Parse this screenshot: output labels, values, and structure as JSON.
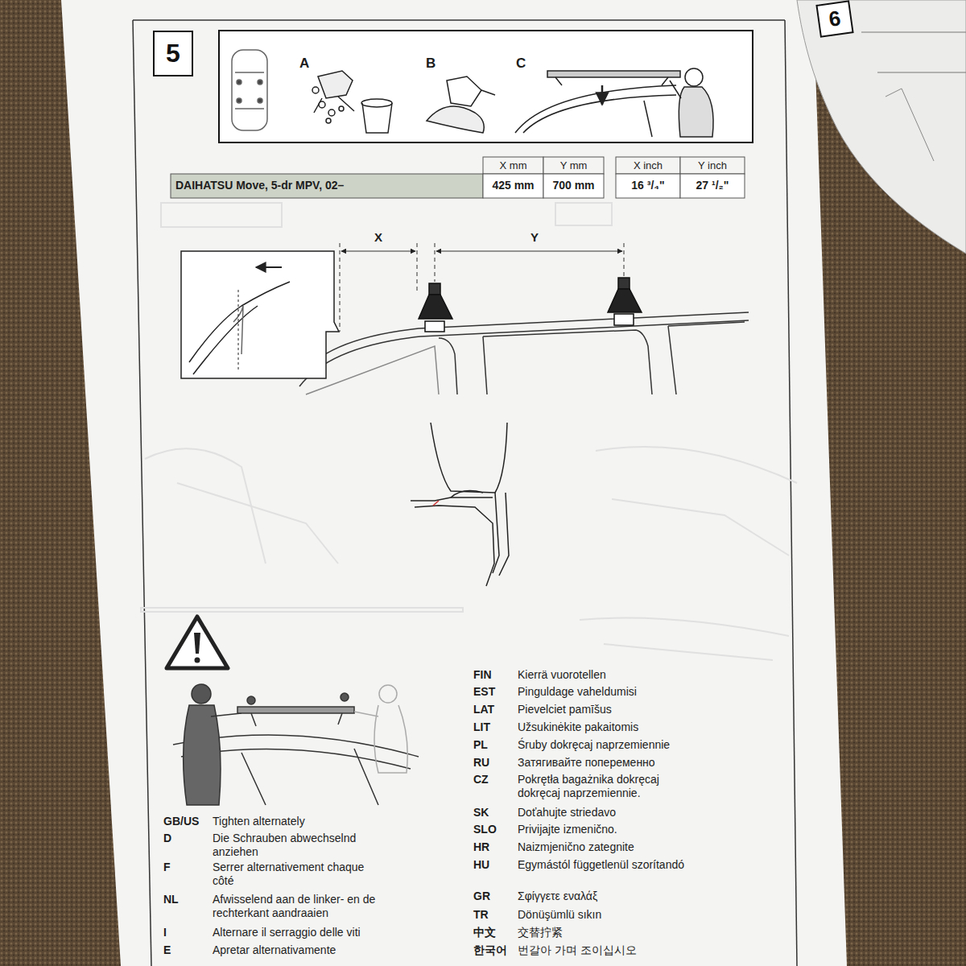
{
  "diagram": {
    "nodes": [
      {
        "text": [
          "5"
        ]
      },
      {
        "text": [
          "6"
        ]
      }
    ],
    "labels": [
      "A",
      "B",
      "C",
      "X mm",
      "Y mm",
      "X inch",
      "Y inch",
      "DAIHATSU Move, 5-dr MPV, 02–",
      "425 mm",
      "700 mm",
      "16 ³/₄\"",
      "27 ¹/₂\"",
      "X",
      "Y",
      "FIN",
      "Kierrä vuorotellen",
      "EST",
      "Pinguldage vaheldumisi",
      "LAT",
      "Pievelciet pamīšus",
      "LIT",
      "Užsukinėkite pakaitomis",
      "PL",
      "Śruby dokręcaj naprzemiennie",
      "RU",
      "Затягивайте попеременно",
      "CZ",
      "Pokrętła bagażnika dokręcaj dokręcaj naprzemiennie.",
      "SK",
      "Doťahujte striedavo",
      "SLO",
      "Privijajte izmenično.",
      "HR",
      "Naizmjenično zategnite",
      "HU",
      "Egymástól függetlenül szorítandó",
      "GR",
      "Σφίγγετε εναλάξ",
      "TR",
      "Dönüşümlü sıkın",
      "中文",
      "交替拧紧",
      "한국어",
      "번갈아 가며 조이십시오",
      "GB/US",
      "Tighten alternately",
      "D",
      "Die Schrauben abwechselnd anziehen",
      "F",
      "Serrer alternativement chaque côté",
      "NL",
      "Afwisselend aan de linker- en de rechterkant aandraaien",
      "I",
      "Alternare il serraggio delle viti",
      "E",
      "Apretar alternativamente"
    ]
  }
}
